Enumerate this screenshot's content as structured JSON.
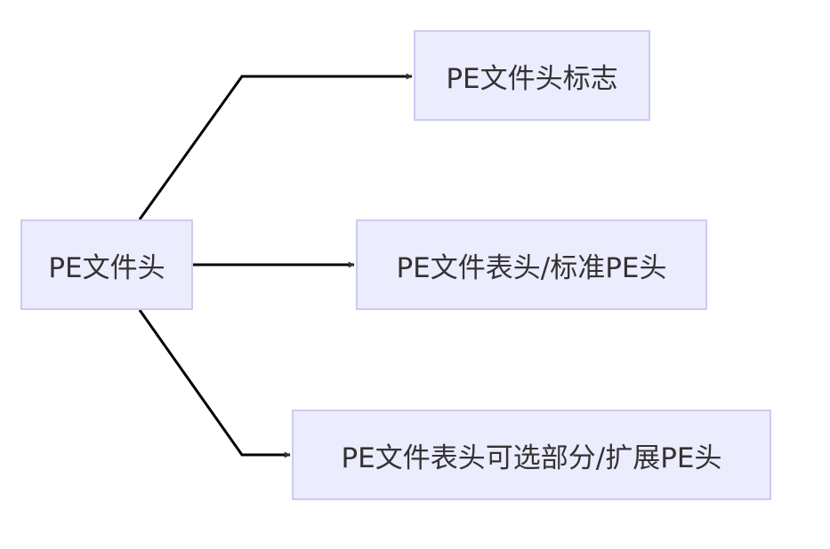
{
  "diagram": {
    "root": {
      "label": "PE文件头"
    },
    "children": [
      {
        "label": "PE文件头标志"
      },
      {
        "label": "PE文件表头/标准PE头"
      },
      {
        "label": "PE文件表头可选部分/扩展PE头"
      }
    ]
  },
  "colors": {
    "node_fill": "#ececff",
    "node_border": "#ccccf0",
    "edge": "#000000",
    "arrowhead": "#333333",
    "text": "#333333"
  }
}
